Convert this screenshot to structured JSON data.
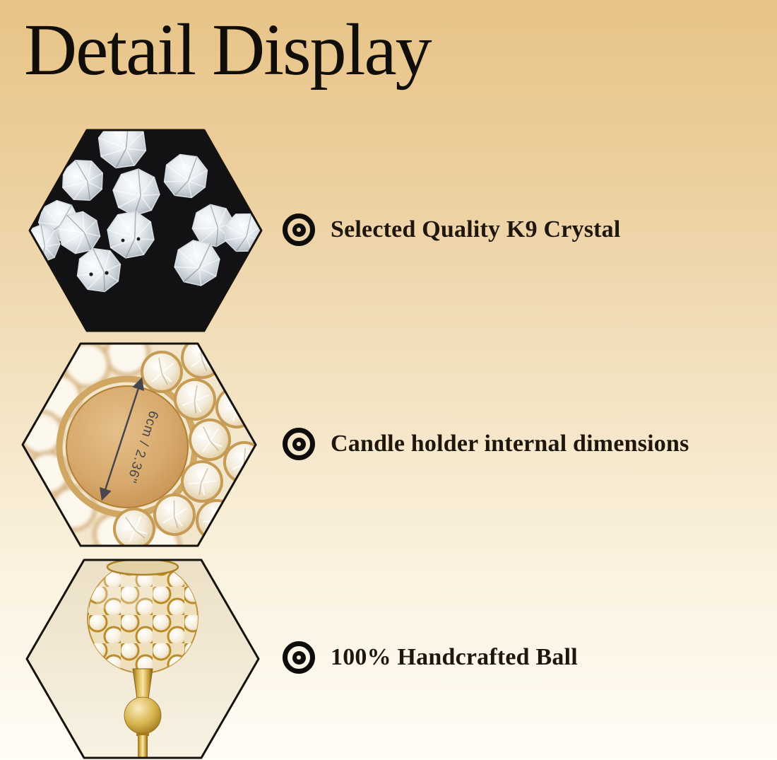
{
  "title": "Detail Display",
  "features": [
    {
      "label": "Selected Quality K9 Crystal",
      "icon": "target-bullet-icon",
      "photo": "loose clear K9 crystal octagon beads on black fabric"
    },
    {
      "label": "Candle holder internal dimensions",
      "icon": "target-bullet-icon",
      "photo": "gold crystal candle holder top view with inner diameter arrow",
      "annotation": "6cm / 2.36\""
    },
    {
      "label": "100% Handcrafted Ball",
      "icon": "target-bullet-icon",
      "photo": "gold handcrafted crystal ball candle holder on stand"
    }
  ],
  "colors": {
    "background_top": "#e8c386",
    "background_bottom": "#fffdf6",
    "heading_text": "#110d08",
    "feature_text": "#1f170e",
    "gold_accent": "#c59b55",
    "annotation_text": "#46464d",
    "hexagon_border": "#16120d"
  }
}
